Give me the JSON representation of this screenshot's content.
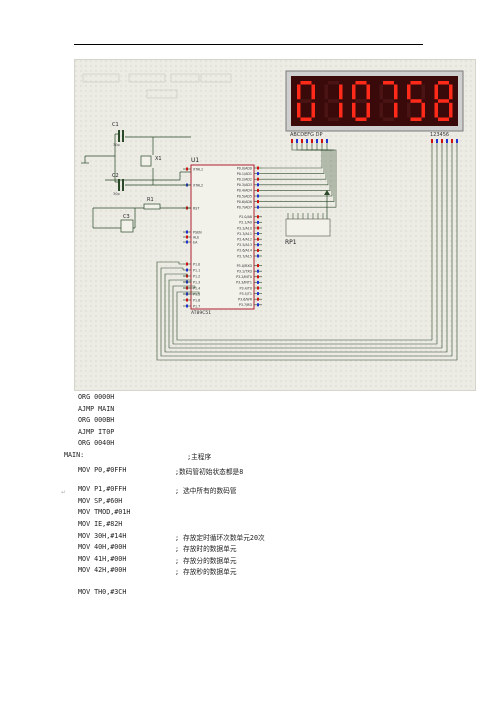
{
  "schematic": {
    "display_digits": [
      "0",
      "1",
      "0",
      "7",
      "5",
      "8"
    ],
    "display_label": "ABCDEFG DP",
    "display_pins_label": "123456",
    "mcu_label": "U1",
    "mcu_part": "AT89C51",
    "cap1_label": "C1",
    "cap1_value": "30p",
    "cap2_label": "C2",
    "cap2_value": "30p",
    "cap3_label": "C3",
    "crystal_label": "X1",
    "resistor_label": "R1",
    "resistor_pack_label": "RP1",
    "mcu_left_pins": [
      "XTAL1",
      "XTAL2",
      "RST",
      "PSEN",
      "ALE",
      "EA",
      "P1.0",
      "P1.1",
      "P1.2",
      "P1.3",
      "P1.4",
      "P1.5",
      "P1.6",
      "P1.7"
    ],
    "mcu_right_pins": [
      "P0.0/AD0",
      "P0.1/AD1",
      "P0.2/AD2",
      "P0.3/AD3",
      "P0.4/AD4",
      "P0.5/AD5",
      "P0.6/AD6",
      "P0.7/AD7",
      "P2.0/A8",
      "P2.1/A9",
      "P2.2/A10",
      "P2.3/A11",
      "P2.4/A12",
      "P2.5/A13",
      "P2.6/A14",
      "P2.7/A15",
      "P3.0/RXD",
      "P3.1/TXD",
      "P3.2/INT0",
      "P3.3/INT1",
      "P3.4/T0",
      "P3.5/T1",
      "P3.6/WR",
      "P3.7/RD"
    ],
    "colors": {
      "background": "#ecebe4",
      "display_bg": "#3a0a0a",
      "digit_on": "#ff2a1a",
      "chip_border": "#b02030",
      "wire": "#2a4a2a",
      "pin_red": "#d01010",
      "pin_blue": "#2030d0"
    }
  },
  "code": {
    "lines": [
      {
        "instr": " ORG 0000H",
        "comment": ""
      },
      {
        "instr": " AJMP MAIN",
        "comment": ""
      },
      {
        "instr": " ORG 000BH",
        "comment": ""
      },
      {
        "instr": " AJMP IT0P",
        "comment": ""
      },
      {
        "instr": " ORG 0040H",
        "comment": ""
      },
      {
        "instr": "MAIN:",
        "comment": "   ;主程序"
      },
      {
        "instr": " MOV P0,#0FFH",
        "comment": ";数码管初始状态都是8"
      },
      {
        "instr": " MOV P1,#0FFH",
        "comment": "; 选中所有的数码管"
      },
      {
        "instr": " MOV SP,#60H",
        "comment": ""
      },
      {
        "instr": " MOV TMOD,#01H",
        "comment": ""
      },
      {
        "instr": " MOV IE,#82H",
        "comment": ""
      },
      {
        "instr": " MOV 30H,#14H",
        "comment": "; 存放定时循环次数单元20次"
      },
      {
        "instr": " MOV 40H,#00H",
        "comment": "; 存放时的数据单元"
      },
      {
        "instr": " MOV 41H,#00H",
        "comment": "; 存放分的数据单元"
      },
      {
        "instr": " MOV 42H,#00H",
        "comment": "; 存放秒的数据单元"
      },
      {
        "instr": " MOV TH0,#3CH",
        "comment": ""
      }
    ]
  }
}
